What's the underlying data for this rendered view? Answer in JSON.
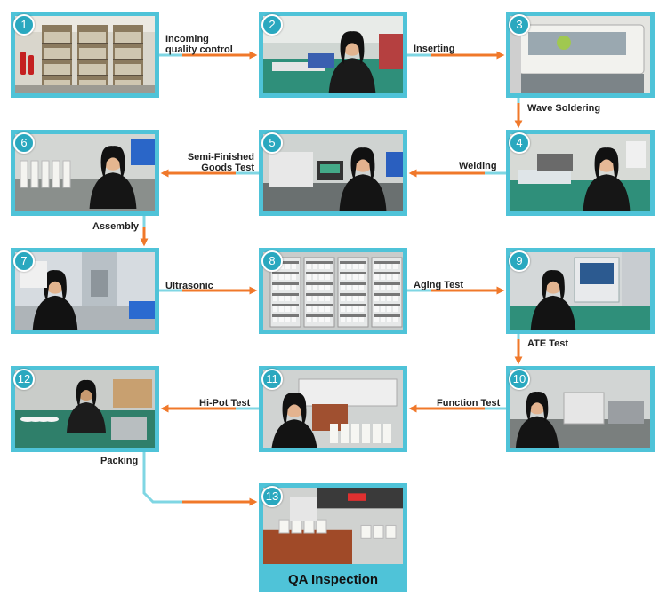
{
  "colors": {
    "frame": "#4fc3d8",
    "badge": "#2aa8bf",
    "connector": "#7fd6e3",
    "arrow": "#f0782a",
    "label_text": "#222222"
  },
  "steps": [
    {
      "number": "1",
      "scene": "warehouse shelves with fire extinguishers"
    },
    {
      "number": "2",
      "scene": "worker inserting components at assembly line"
    },
    {
      "number": "3",
      "scene": "wave soldering machine"
    },
    {
      "number": "4",
      "scene": "worker welding at workbench"
    },
    {
      "number": "5",
      "scene": "worker with testing equipment"
    },
    {
      "number": "6",
      "scene": "worker assembling products"
    },
    {
      "number": "7",
      "scene": "ultrasonic welding machine"
    },
    {
      "number": "8",
      "scene": "aging test racks"
    },
    {
      "number": "9",
      "scene": "ATE testing station"
    },
    {
      "number": "10",
      "scene": "function test bench"
    },
    {
      "number": "11",
      "scene": "hi-pot test station"
    },
    {
      "number": "12",
      "scene": "packing table"
    },
    {
      "number": "13",
      "scene": "QA inspection desk"
    }
  ],
  "labels": {
    "incoming_1": "Incoming",
    "incoming_2": "quality control",
    "inserting": "Inserting",
    "wave_soldering": "Wave Soldering",
    "welding": "Welding",
    "semi_finished_1": "Semi-Finished",
    "semi_finished_2": "Goods Test",
    "assembly": "Assembly",
    "ultrasonic": "Ultrasonic",
    "aging_test": "Aging Test",
    "ate_test": "ATE Test",
    "function_test": "Function Test",
    "hipot_test": "Hi-Pot Test",
    "packing": "Packing"
  },
  "final_caption": "QA Inspection"
}
